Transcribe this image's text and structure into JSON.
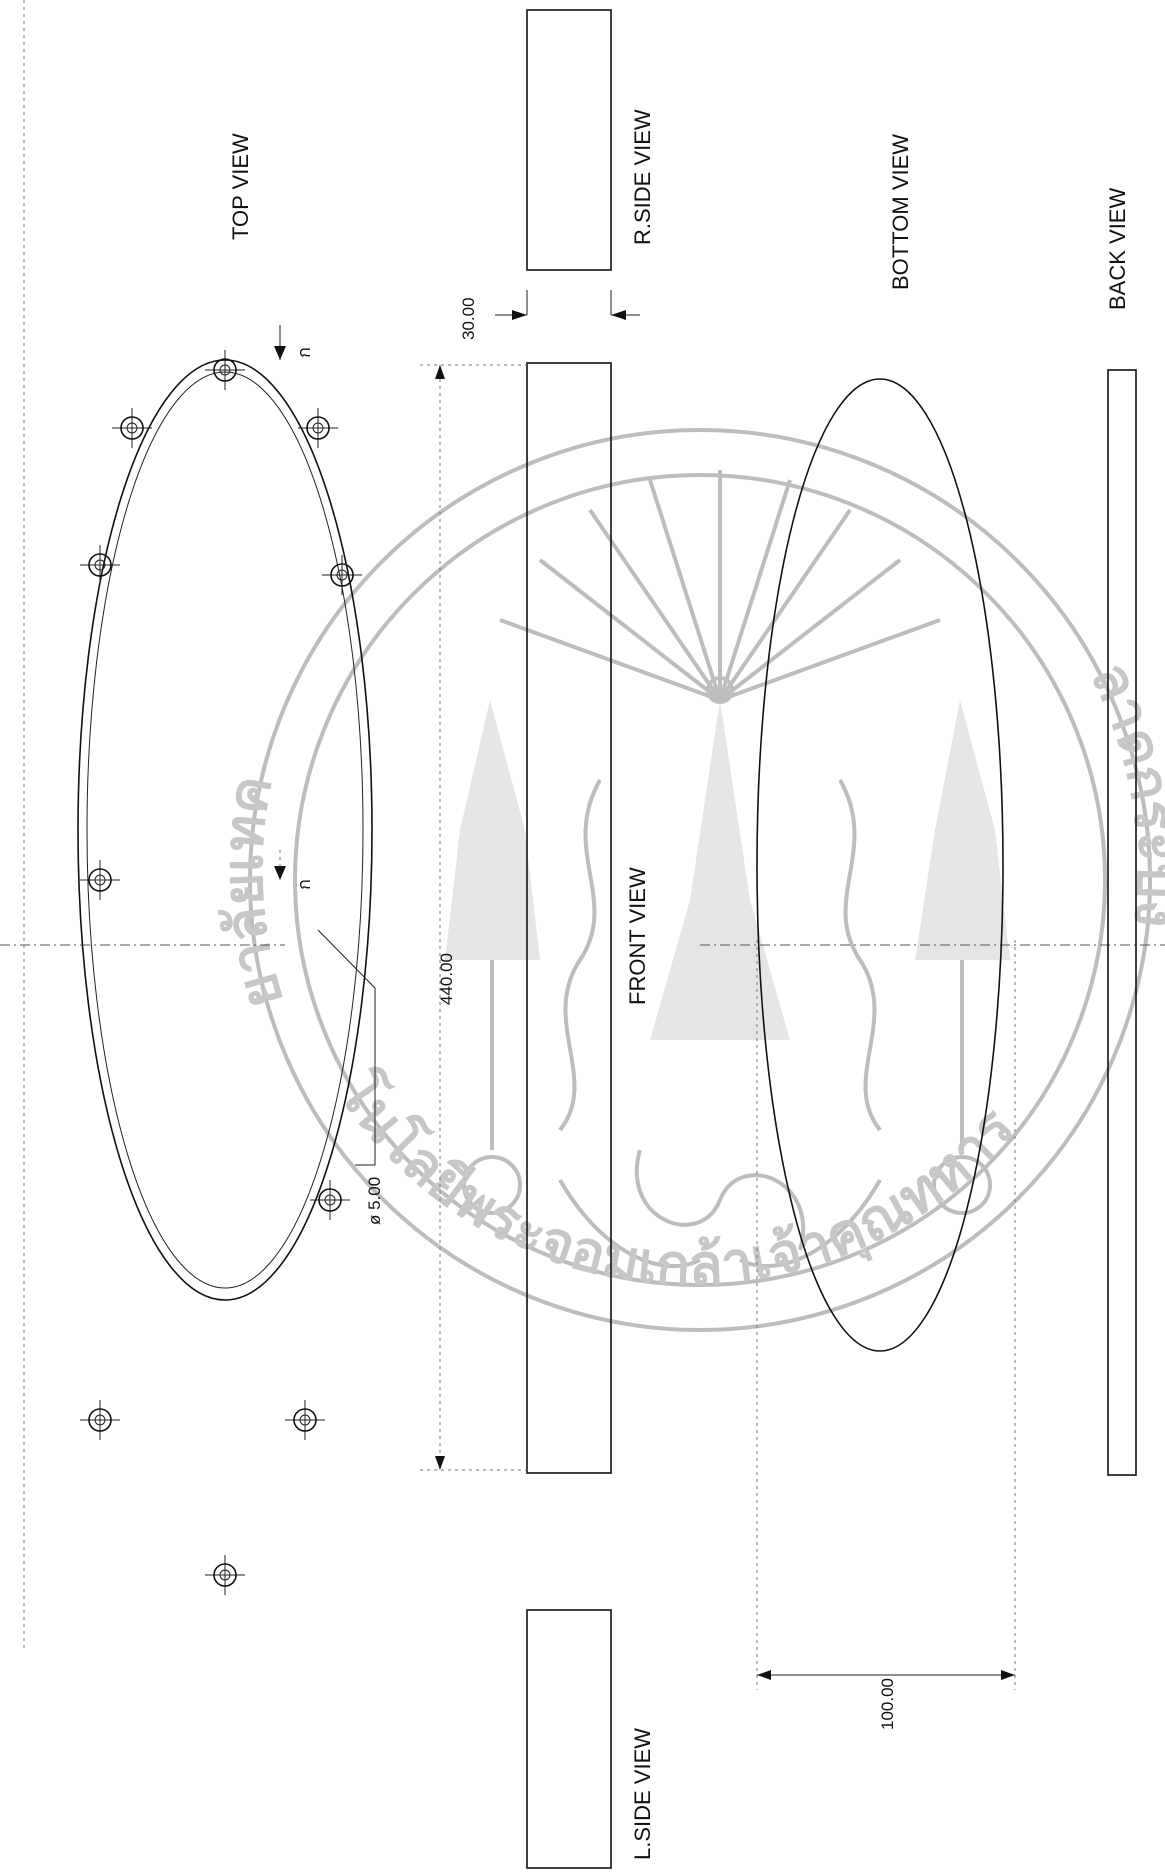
{
  "views": {
    "top": "TOP VIEW",
    "right_side": "R.SIDE VIEW",
    "bottom": "BOTTOM VIEW",
    "back": "BACK VIEW",
    "front": "FRONT VIEW",
    "left_side": "L.SIDE VIEW"
  },
  "dimensions": {
    "thickness": "30.00",
    "length": "440.00",
    "width": "100.00",
    "hole_diameter": "ø 5.00"
  },
  "section_marks": {
    "top": "ก",
    "bottom": "ก"
  },
  "watermark": {
    "arc_text": "โนโลยีพระจอมเกล้าเจ้าคุณทหาร",
    "left_text": "ยาลัยเทค",
    "right_text": "ลาดกระบัง"
  }
}
